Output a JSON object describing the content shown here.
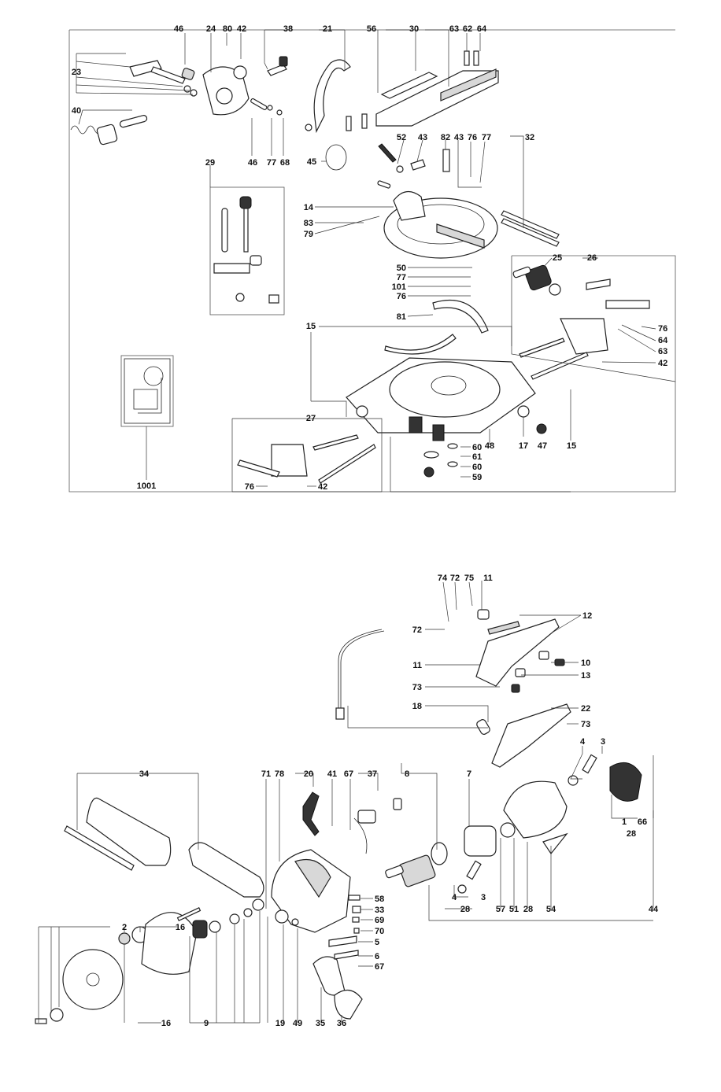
{
  "upper_labels": [
    "46",
    "24",
    "80",
    "42",
    "38",
    "21",
    "56",
    "30",
    "63",
    "62",
    "64",
    "23",
    "40",
    "46",
    "77",
    "68",
    "29",
    "45",
    "52",
    "43",
    "82",
    "43",
    "76",
    "77",
    "32",
    "14",
    "83",
    "79",
    "50",
    "77",
    "101",
    "76",
    "25",
    "26",
    "81",
    "76",
    "64",
    "63",
    "42",
    "15",
    "27",
    "17",
    "48",
    "47",
    "15",
    "60",
    "61",
    "60",
    "59",
    "76",
    "42",
    "1001"
  ],
  "lower_labels": [
    "74",
    "72",
    "75",
    "11",
    "12",
    "72",
    "10",
    "11",
    "13",
    "73",
    "18",
    "22",
    "73",
    "4",
    "3",
    "34",
    "71",
    "78",
    "20",
    "41",
    "67",
    "37",
    "8",
    "7",
    "1",
    "66",
    "28",
    "2",
    "16",
    "58",
    "33",
    "69",
    "70",
    "5",
    "6",
    "67",
    "4",
    "3",
    "28",
    "57",
    "51",
    "28",
    "54",
    "44",
    "16",
    "9",
    "19",
    "49",
    "35",
    "36"
  ]
}
